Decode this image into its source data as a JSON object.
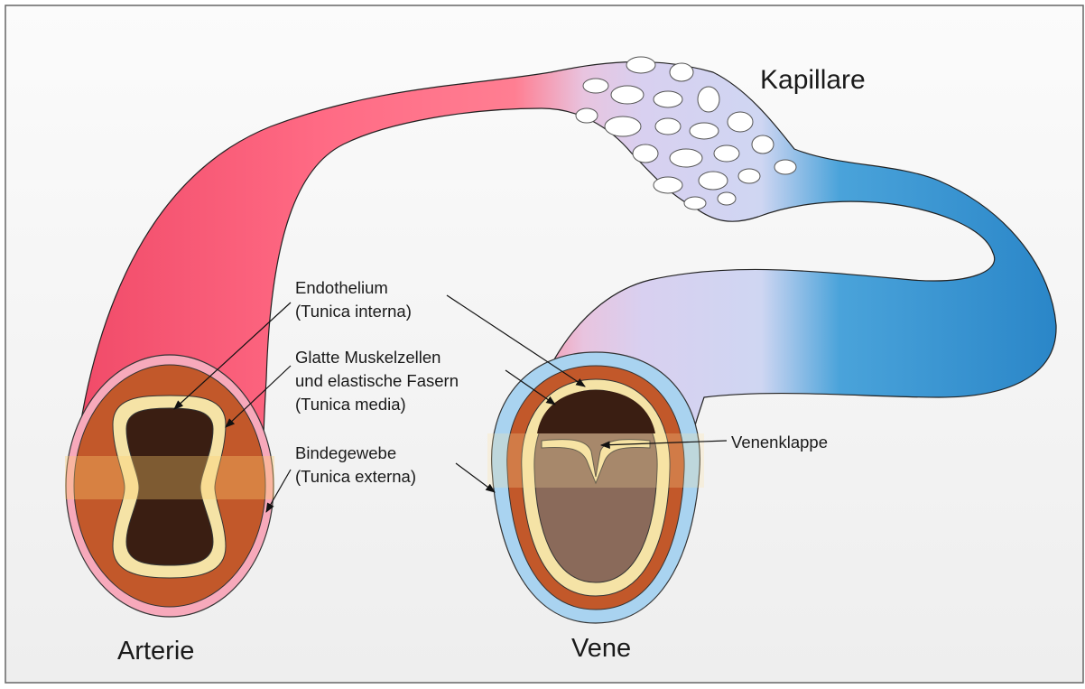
{
  "title_labels": {
    "capillary": "Kapillare",
    "artery": "Arterie",
    "vein": "Vene"
  },
  "layer_labels": {
    "endothelium_line1": "Endothelium",
    "endothelium_line2": "(Tunica interna)",
    "muscle_line1": "Glatte Muskelzellen",
    "muscle_line2": "und elastische Fasern",
    "muscle_line3": "(Tunica media)",
    "connective_line1": "Bindegewebe",
    "connective_line2": "(Tunica externa)",
    "valve": "Venenklappe"
  },
  "colors": {
    "artery_vessel": "#f2546f",
    "artery_vessel_light": "#ff8fa0",
    "capillary": "#d9d0f0",
    "vein_vessel": "#2f8ccc",
    "vein_vessel_light": "#5fb3e0",
    "media_layer": "#c2582a",
    "endothelium": "#f5e3a6",
    "lumen_dark": "#3a1e12",
    "lumen_valve": "#8a6a55",
    "outer_artery": "#f4a1b4",
    "outer_vein": "#a9d3f0"
  }
}
